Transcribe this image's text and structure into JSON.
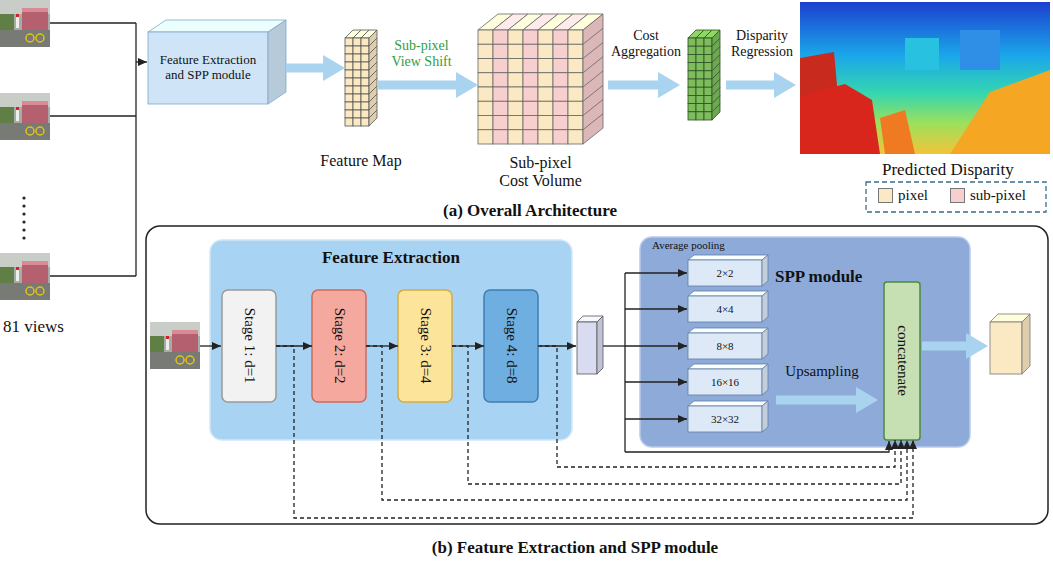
{
  "diagram": {
    "nodes": [
      {
        "text": [
          "Feature Extraction and SPP module"
        ]
      },
      {
        "text": [
          "Feature Map"
        ]
      },
      {
        "text": [
          "Sub-pixel Cost Volume"
        ]
      },
      {
        "text": [
          "Predicted Disparity"
        ]
      },
      {
        "text": [
          "Feature Extraction"
        ]
      },
      {
        "text": [
          "Stage 1: d=1"
        ],
        "in": 4
      },
      {
        "text": [
          "Stage 2: d=2"
        ],
        "in": 4
      },
      {
        "text": [
          "Stage 3: d=4"
        ],
        "in": 4
      },
      {
        "text": [
          "Stage 4: d=8"
        ],
        "in": 4
      },
      {
        "text": [
          "SPP module",
          "Average pooling"
        ]
      },
      {
        "text": [
          "2×2"
        ],
        "in": 9
      },
      {
        "text": [
          "4×4"
        ],
        "in": 9
      },
      {
        "text": [
          "8×8"
        ],
        "in": 9
      },
      {
        "text": [
          "16×16"
        ],
        "in": 9
      },
      {
        "text": [
          "32×32"
        ],
        "in": 9
      },
      {
        "text": [
          "concatenate"
        ],
        "in": 9
      }
    ],
    "edges": [
      {
        "from": 0,
        "to": 1,
        "arrow": "to"
      },
      {
        "from": 1,
        "to": 2,
        "label": "Sub-pixel View Shift",
        "arrow": "to"
      },
      {
        "from": 5,
        "to": 6,
        "arrow": "to"
      },
      {
        "from": 6,
        "to": 7,
        "arrow": "to"
      },
      {
        "from": 7,
        "to": 8,
        "arrow": "to"
      },
      {
        "from": 5,
        "to": 15,
        "arrow": "to"
      },
      {
        "from": 6,
        "to": 15,
        "arrow": "to"
      },
      {
        "from": 7,
        "to": 15,
        "arrow": "to"
      },
      {
        "from": 8,
        "to": 15,
        "arrow": "to"
      }
    ],
    "labels": [
      "81 views",
      "Cost Aggregation",
      "Disparity Regression",
      "(a) Overall Architecture",
      "Upsampling",
      "(b) Feature Extraction and SPP module"
    ],
    "legend": [
      {
        "text": "pixel",
        "color": "#fbe9c3"
      },
      {
        "text": "sub-pixel",
        "color": "#f8cfcf"
      }
    ]
  }
}
